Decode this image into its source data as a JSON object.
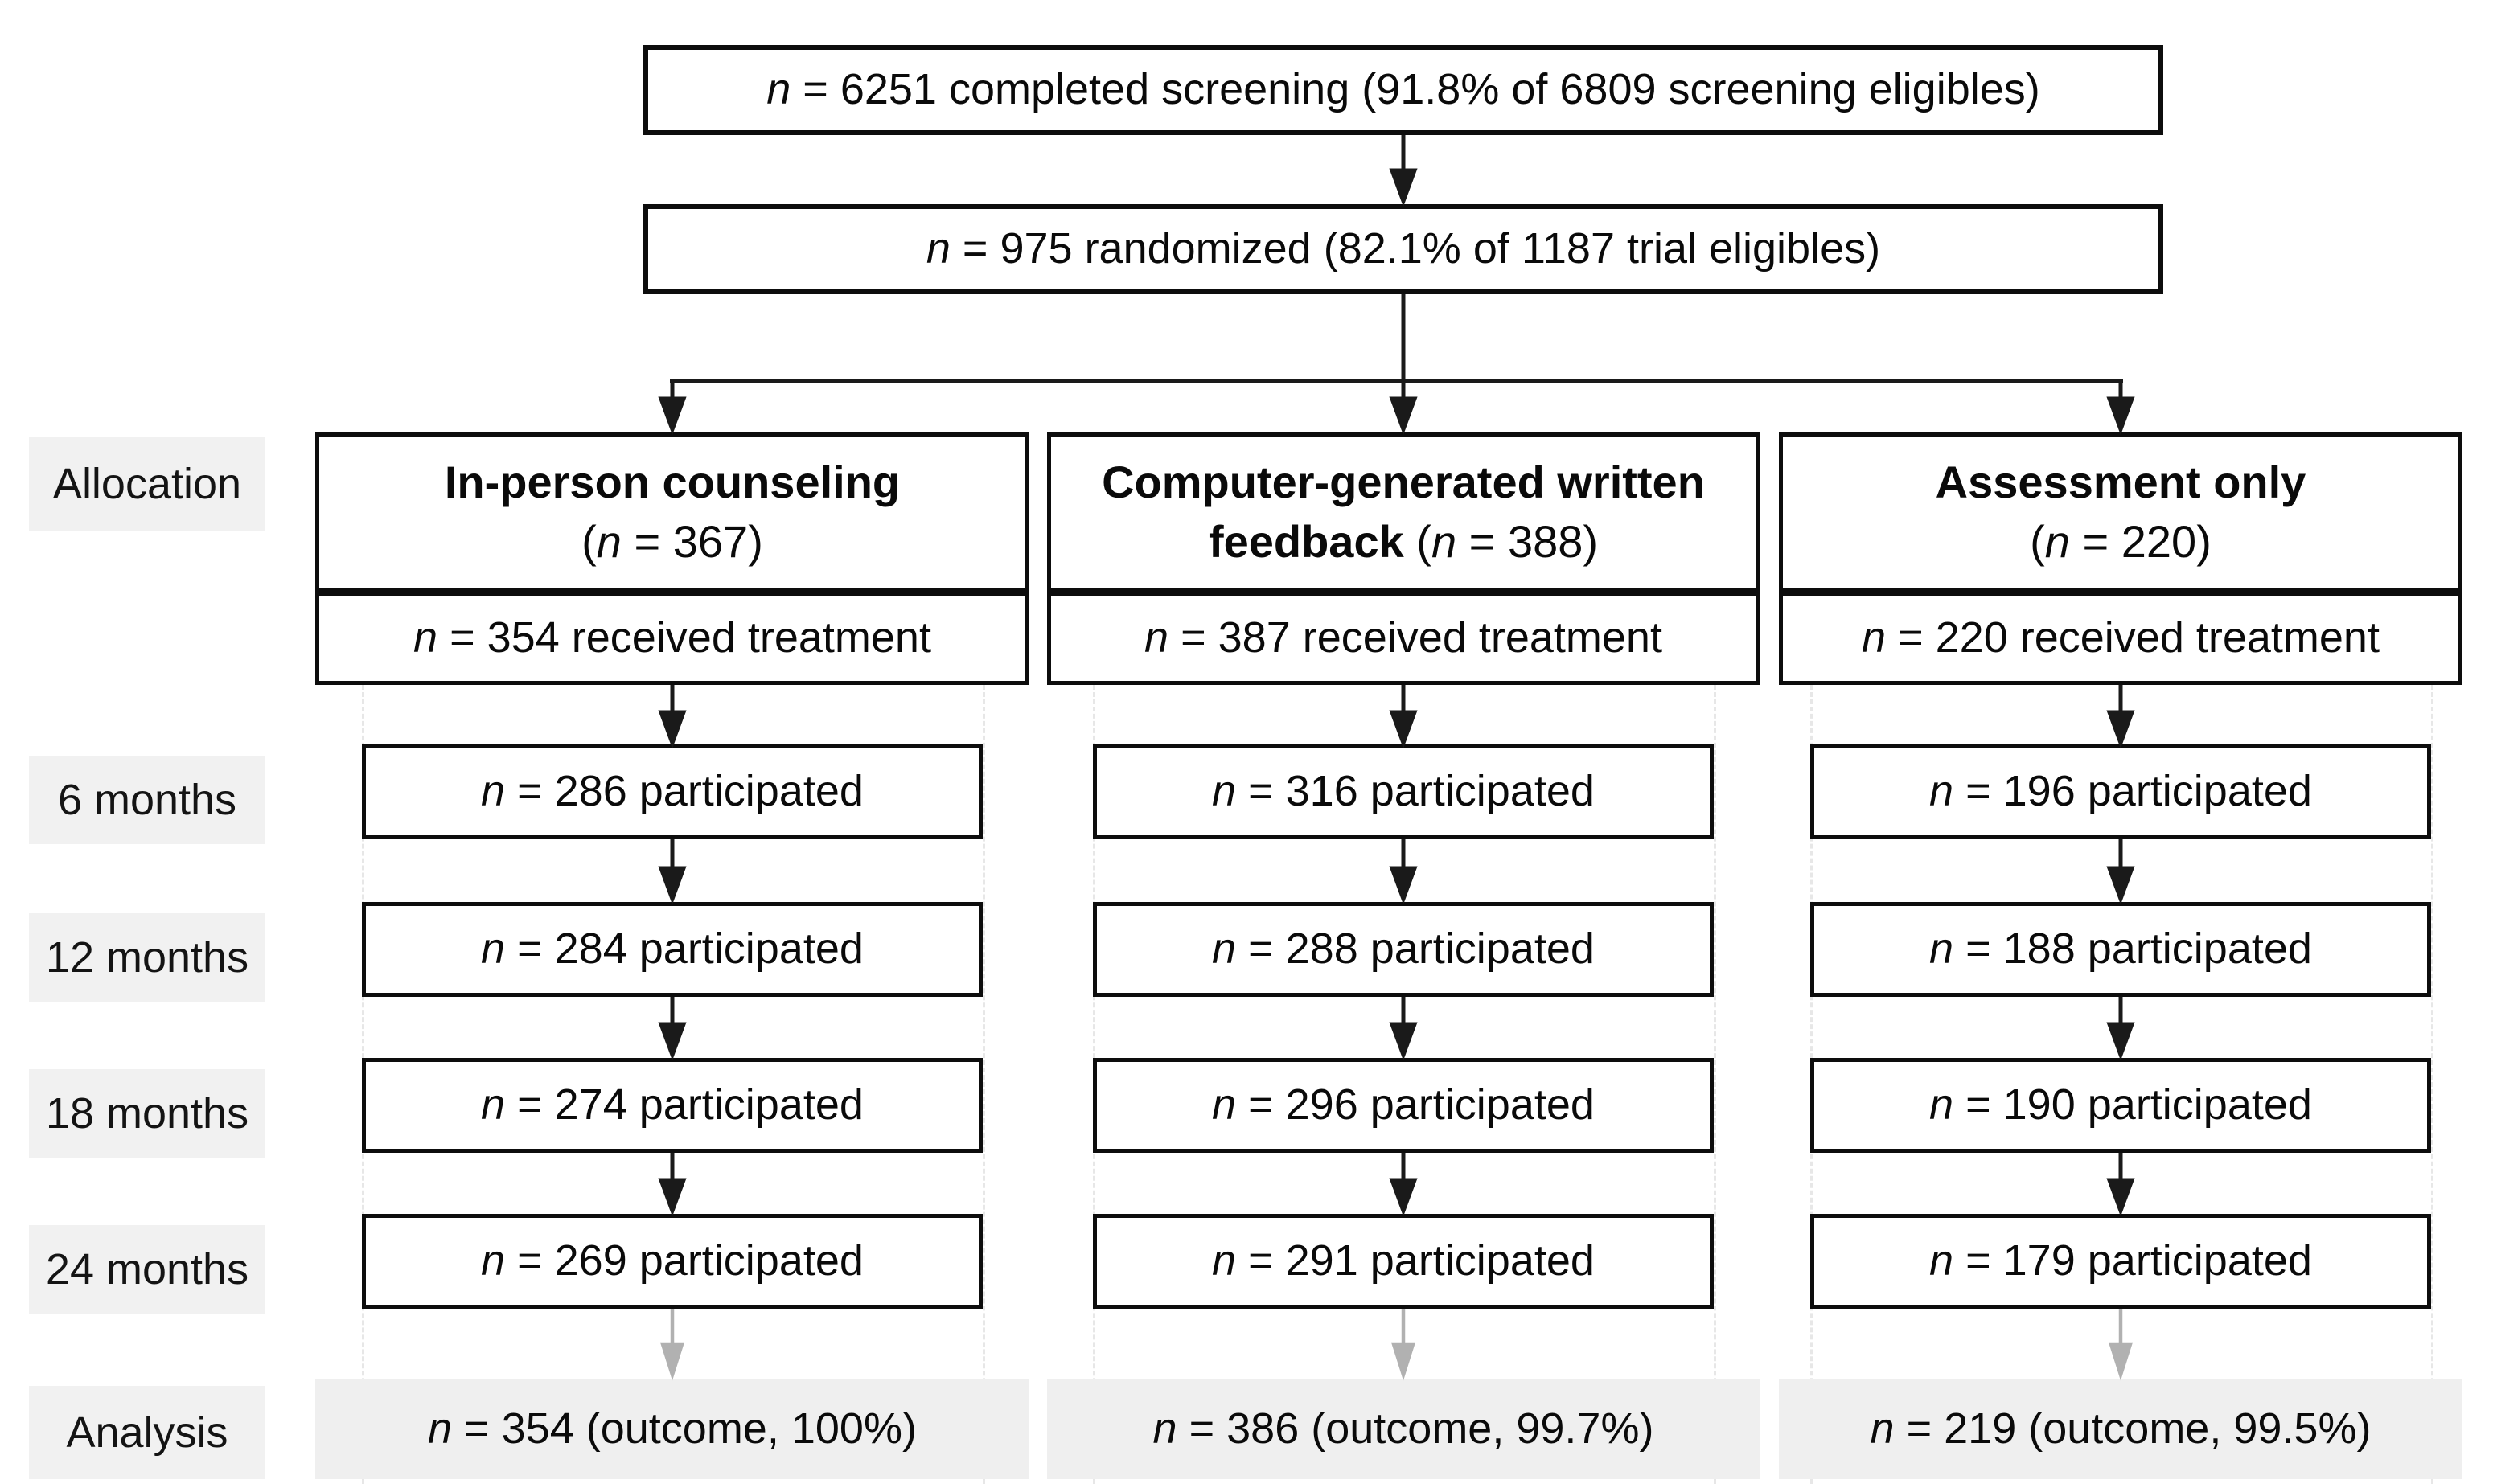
{
  "strings": {
    "n": "n",
    "eq": " = ",
    "received_suffix": " received treatment",
    "participated_suffix": " participated",
    "outcome_prefix": " (outcome, ",
    "paren_open": "(",
    "paren_close": ")"
  },
  "screening_box": {
    "n": "n",
    "rest": " = 6251 completed screening (91.8% of 6809 screening eligibles)"
  },
  "randomized_box": {
    "n": "n",
    "rest": " = 975 randomized (82.1% of 1187 trial eligibles)"
  },
  "row_labels": {
    "allocation": "Allocation",
    "m6": "6 months",
    "m12": "12 months",
    "m18": "18 months",
    "m24": "24 months",
    "analysis": "Analysis"
  },
  "columns": [
    {
      "header_line1": "In-person counseling",
      "header_line2_bold": "",
      "n_allocated": "367",
      "n_received": "354",
      "followups": {
        "m6": "286",
        "m12": "284",
        "m18": "274",
        "m24": "269"
      },
      "analysis_n": "354",
      "analysis_outcome": "100%"
    },
    {
      "header_line1": "Computer-generated written",
      "header_line2_bold": "feedback ",
      "n_allocated": "388",
      "n_received": "387",
      "followups": {
        "m6": "316",
        "m12": "288",
        "m18": "296",
        "m24": "291"
      },
      "analysis_n": "386",
      "analysis_outcome": "99.7%"
    },
    {
      "header_line1": "Assessment only",
      "header_line2_bold": "",
      "n_allocated": "220",
      "n_received": "220",
      "followups": {
        "m6": "196",
        "m12": "188",
        "m18": "190",
        "m24": "179"
      },
      "analysis_n": "219",
      "analysis_outcome": "99.5%"
    }
  ],
  "colors": {
    "box_border": "#0d0d0d",
    "arrow": "#1a1a1a",
    "gray_arrow": "#b1b1b1",
    "label_bg": "#f1f1f1",
    "analysis_bg": "#efefef",
    "guide": "#e7e7e7"
  }
}
